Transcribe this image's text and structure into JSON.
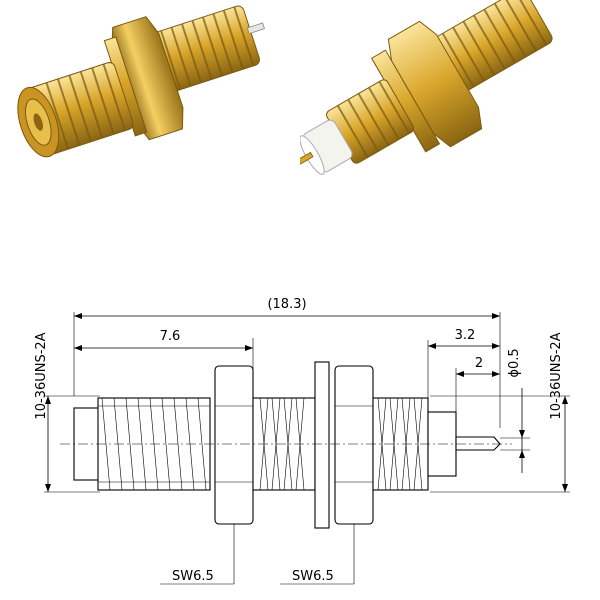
{
  "photos": {
    "left": "sma-connector-photo-front",
    "right": "sma-connector-photo-rear"
  },
  "colors": {
    "gold": "#d9a62b",
    "gold_dark": "#8a6512",
    "gold_light": "#fbe49a",
    "insulator": "#f4f4ef"
  },
  "drawing": {
    "thread_left": "10-36UNS-2A",
    "thread_right": "10-36UNS-2A",
    "overall_length": "(18.3)",
    "thread_length": "7.6",
    "pin_length_outer": "3.2",
    "pin_length_inner": "2",
    "pin_diameter": "ϕ0.5",
    "nut_left": "SW6.5",
    "nut_right": "SW6.5"
  }
}
